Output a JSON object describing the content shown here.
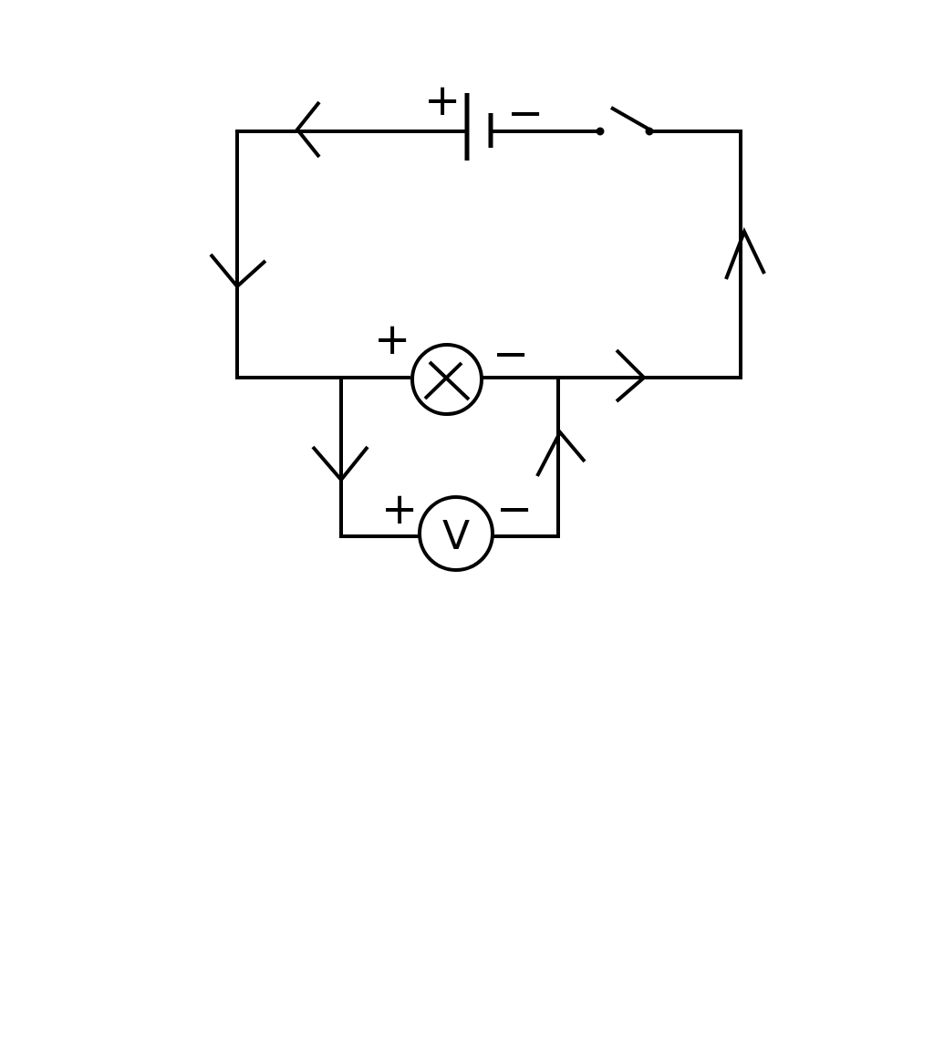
{
  "colors": {
    "background": "#ffffff",
    "line": "#000000"
  },
  "battery": {
    "positive_label": "+",
    "negative_label": "−"
  },
  "lamp": {
    "symbol_icon": "cross-in-circle",
    "positive_label": "+",
    "negative_label": "−"
  },
  "voltmeter": {
    "letter": "V",
    "positive_label": "+",
    "negative_label": "−"
  },
  "switch": {
    "state": "open"
  }
}
